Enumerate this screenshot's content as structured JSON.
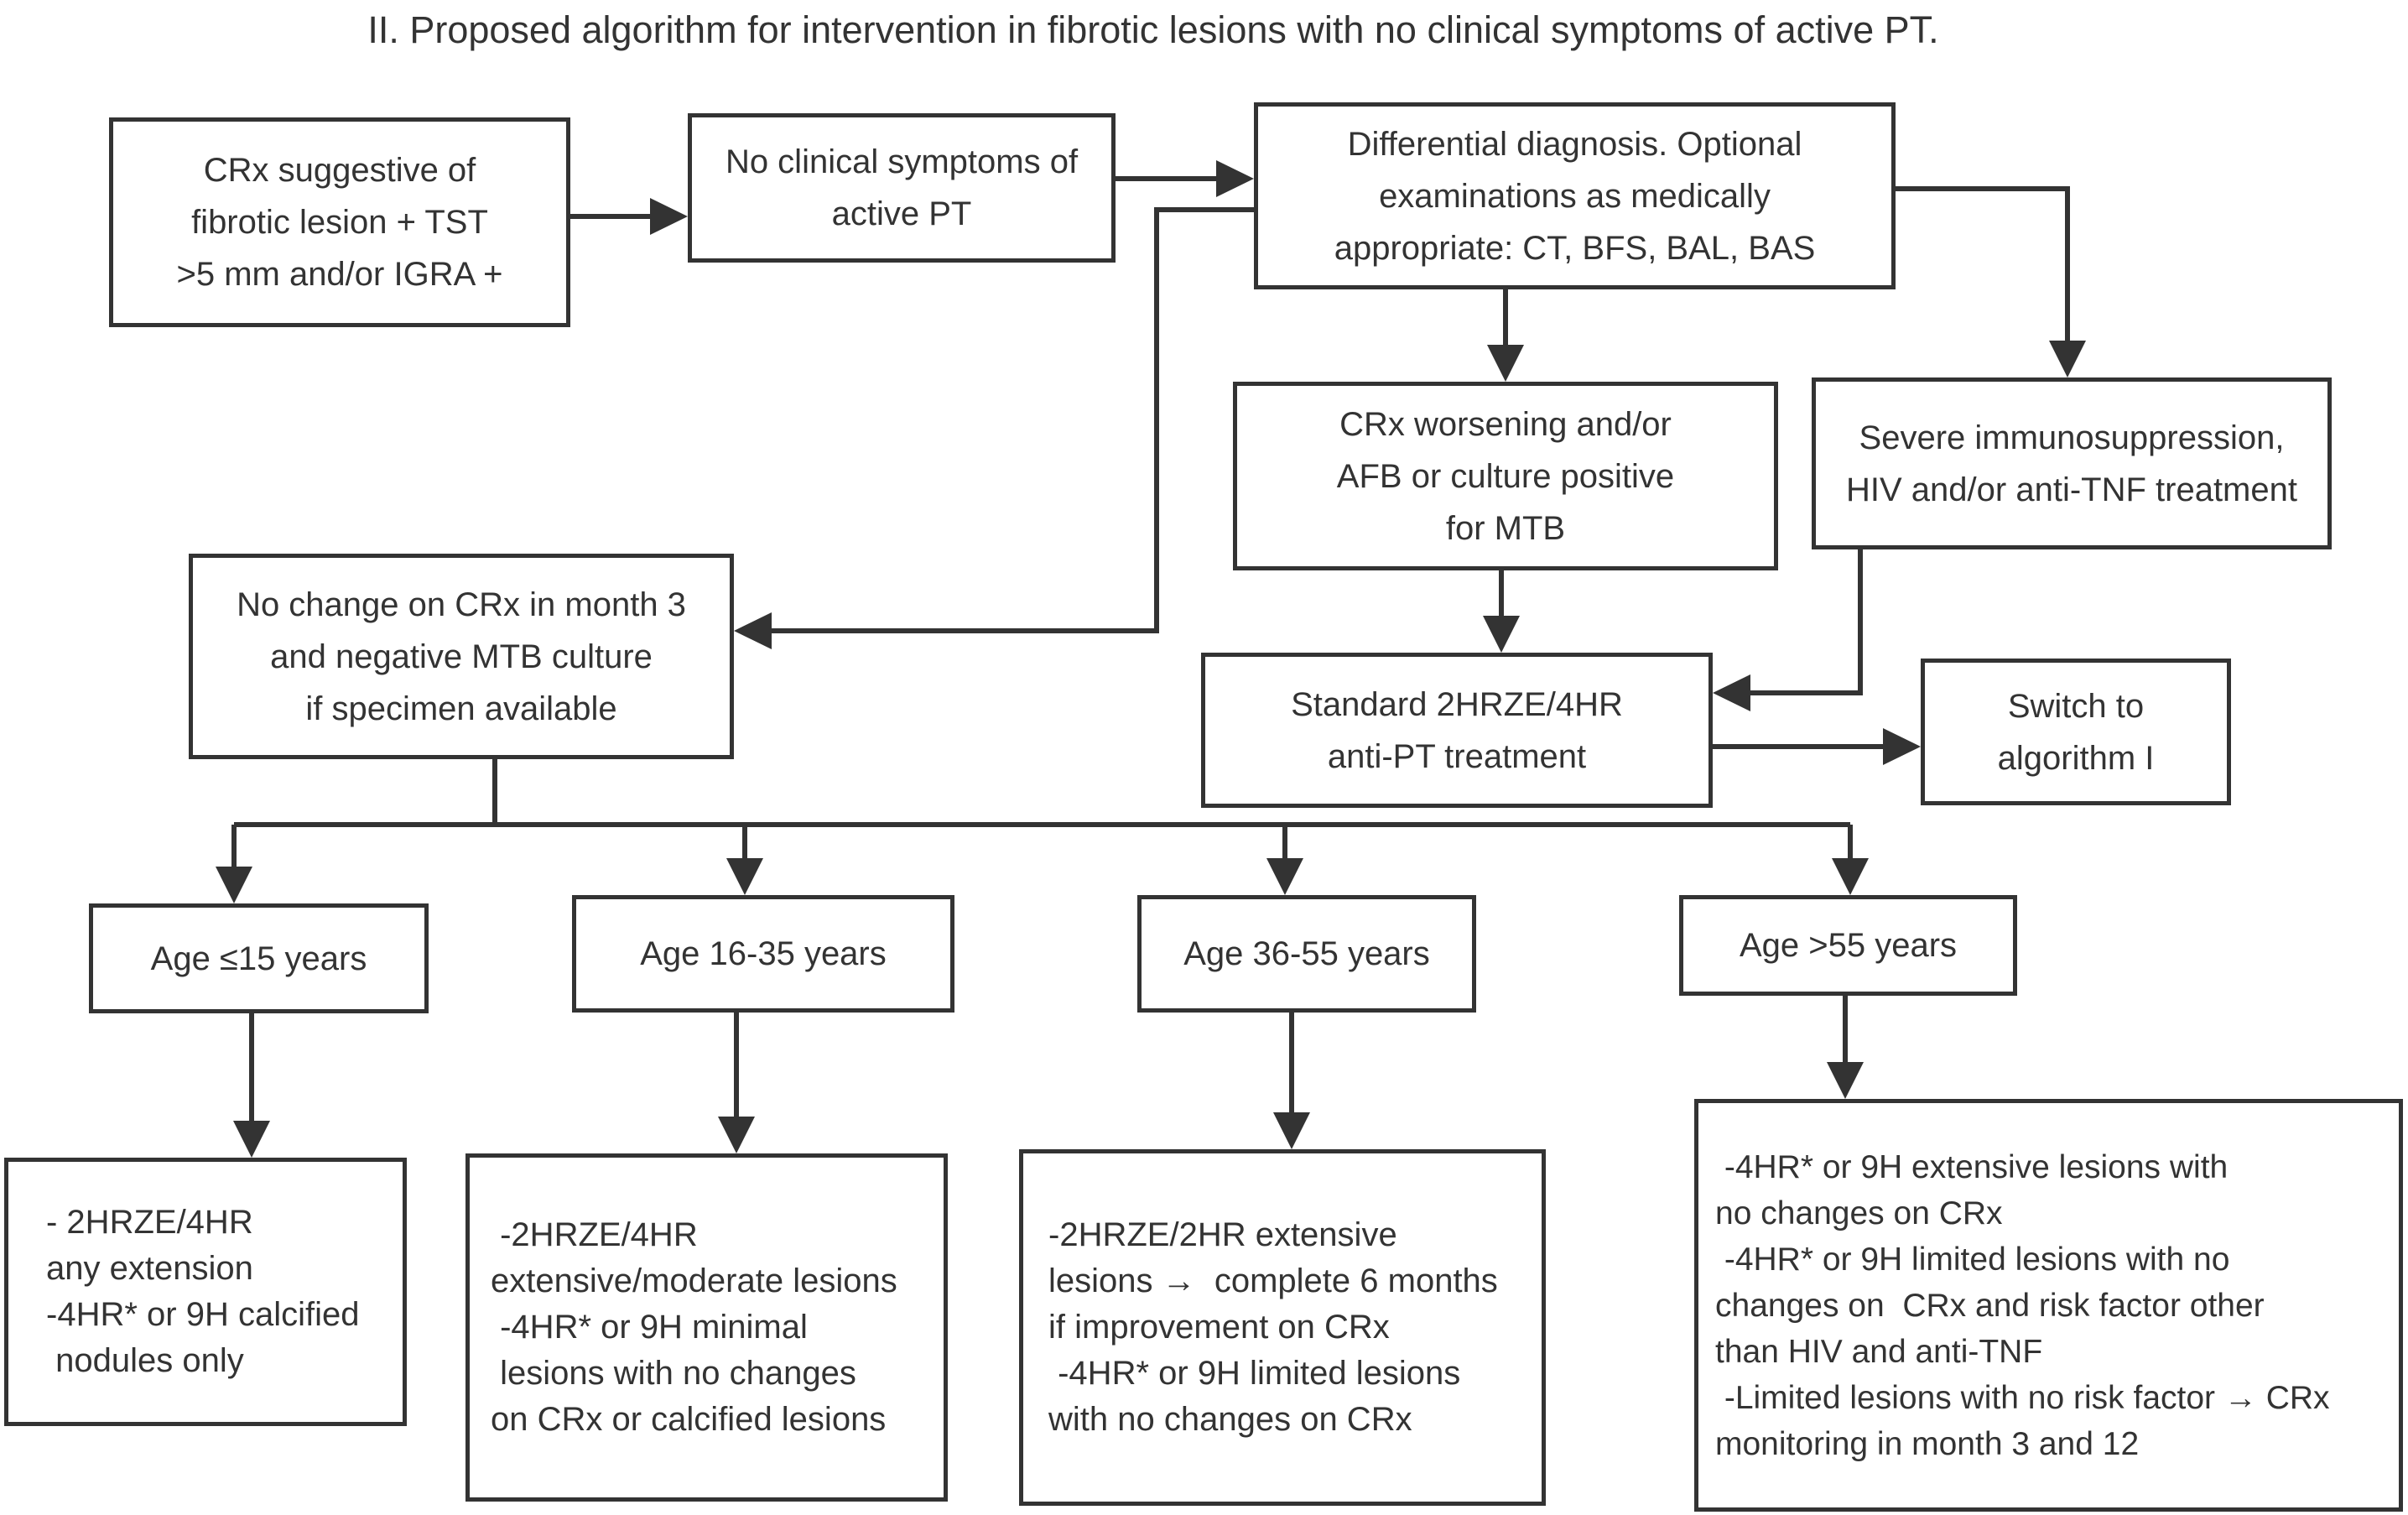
{
  "title": "II. Proposed algorithm for intervention in fibrotic lesions with no clinical symptoms of active PT.",
  "colors": {
    "ink": "#333333",
    "background": "#ffffff"
  },
  "nodes": {
    "crx_suggestive": {
      "lines": [
        "CRx suggestive of",
        "fibrotic lesion + TST",
        ">5 mm and/or IGRA +"
      ]
    },
    "no_symptoms": {
      "lines": [
        "No clinical symptoms of",
        "active PT"
      ]
    },
    "differential": {
      "lines": [
        "Differential diagnosis. Optional",
        "examinations as medically",
        "appropriate: CT, BFS, BAL, BAS"
      ]
    },
    "crx_worsening": {
      "lines": [
        "CRx worsening and/or",
        "AFB or culture positive",
        "for MTB"
      ]
    },
    "immunosuppression": {
      "lines": [
        "Severe immunosuppression,",
        "HIV and/or anti-TNF treatment"
      ]
    },
    "no_change": {
      "lines": [
        "No change on CRx in month 3",
        "and negative MTB culture",
        "if specimen available"
      ]
    },
    "standard_treatment": {
      "lines": [
        "Standard 2HRZE/4HR",
        "anti-PT treatment"
      ]
    },
    "switch_algorithm": {
      "lines": [
        "Switch to",
        "algorithm I"
      ]
    },
    "age_15": {
      "lines": [
        "Age ≤15 years"
      ]
    },
    "age_16_35": {
      "lines": [
        "Age 16-35 years"
      ]
    },
    "age_36_55": {
      "lines": [
        "Age 36-55 years"
      ]
    },
    "age_55": {
      "lines": [
        "Age >55 years"
      ]
    },
    "tx_age_15": {
      "lines": [
        "- 2HRZE/4HR",
        "any extension",
        "-4HR* or 9H calcified",
        " nodules only"
      ]
    },
    "tx_age_16_35": {
      "lines": [
        " -2HRZE/4HR",
        "extensive/moderate lesions",
        " -4HR* or 9H minimal",
        " lesions with no changes",
        "on CRx or calcified lesions"
      ]
    },
    "tx_age_36_55": {
      "lines": [
        "-2HRZE/2HR extensive",
        "lesions →  complete 6 months",
        "if improvement on CRx",
        " -4HR* or 9H limited lesions",
        "with no changes on CRx"
      ]
    },
    "tx_age_55": {
      "lines": [
        " -4HR* or 9H extensive lesions with",
        "no changes on CRx",
        " -4HR* or 9H limited lesions with no",
        "changes on  CRx and risk factor other",
        "than HIV and anti-TNF",
        " -Limited lesions with no risk factor → CRx",
        "monitoring in month 3 and 12"
      ]
    }
  }
}
